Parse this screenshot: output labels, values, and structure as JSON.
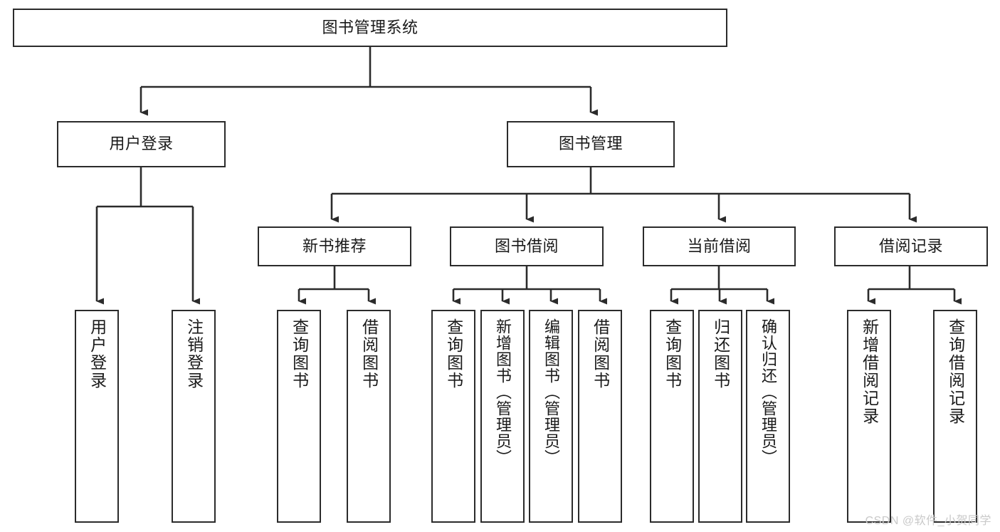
{
  "diagram": {
    "title": "图书管理系统",
    "type": "hierarchy-tree",
    "stroke_color": "#2b2b2b",
    "text_color": "#1a1a1a",
    "background_color": "#ffffff",
    "nodes": {
      "root": {
        "label": "图书管理系统"
      },
      "level2": [
        {
          "id": "user-login",
          "label": "用户登录"
        },
        {
          "id": "book-management",
          "label": "图书管理"
        }
      ],
      "level3": [
        {
          "id": "new-book-recommend",
          "label": "新书推荐"
        },
        {
          "id": "book-borrow",
          "label": "图书借阅"
        },
        {
          "id": "current-borrow",
          "label": "当前借阅"
        },
        {
          "id": "borrow-record",
          "label": "借阅记录"
        }
      ],
      "leaves": {
        "user_login": [
          {
            "id": "leaf-user-login",
            "label": "用户登录"
          },
          {
            "id": "leaf-logout-login",
            "label": "注销登录"
          }
        ],
        "new_book_recommend": [
          {
            "id": "leaf-query-book-1",
            "label": "查询图书"
          },
          {
            "id": "leaf-borrow-book-1",
            "label": "借阅图书"
          }
        ],
        "book_borrow": [
          {
            "id": "leaf-query-book-2",
            "label": "查询图书"
          },
          {
            "id": "leaf-add-book",
            "label": "新增图书（管理员）"
          },
          {
            "id": "leaf-edit-book",
            "label": "编辑图书（管理员）"
          },
          {
            "id": "leaf-borrow-book-2",
            "label": "借阅图书"
          }
        ],
        "current_borrow": [
          {
            "id": "leaf-query-book-3",
            "label": "查询图书"
          },
          {
            "id": "leaf-return-book",
            "label": "归还图书"
          },
          {
            "id": "leaf-confirm-return",
            "label": "确认归还（管理员）"
          }
        ],
        "borrow_record": [
          {
            "id": "leaf-add-record",
            "label": "新增借阅记录"
          },
          {
            "id": "leaf-query-record",
            "label": "查询借阅记录"
          }
        ]
      }
    }
  },
  "watermark": {
    "text": "CSDN @软件_小贺同学"
  }
}
